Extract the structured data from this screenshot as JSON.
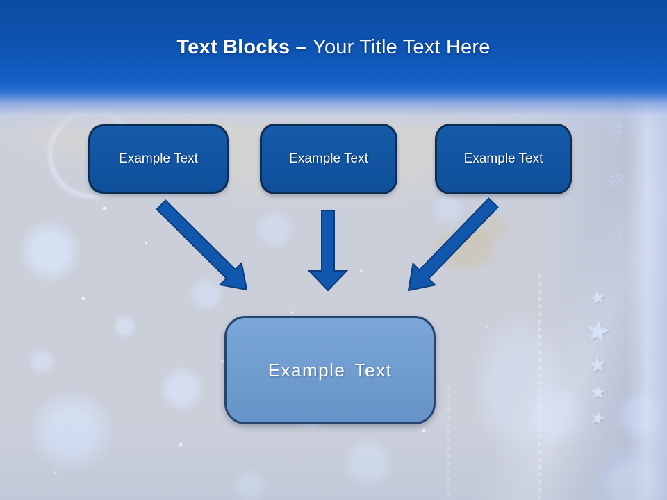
{
  "title": {
    "bold": "Text Blocks – ",
    "regular": "Your Title Text Here"
  },
  "blocks": {
    "top": [
      {
        "label": "Example Text"
      },
      {
        "label": "Example Text"
      },
      {
        "label": "Example Text"
      }
    ],
    "center": {
      "label": "Example Text"
    }
  },
  "decor": {
    "star_glyph": "★"
  },
  "icons": [
    {
      "name": "arrow-down-right-icon",
      "meaning": "connector arrow pointing down-right"
    },
    {
      "name": "arrow-down-icon",
      "meaning": "connector arrow pointing straight down"
    },
    {
      "name": "arrow-down-left-icon",
      "meaning": "connector arrow pointing down-left"
    },
    {
      "name": "star-ornament-icon",
      "meaning": "hanging star decoration"
    }
  ],
  "colors": {
    "header_top": "#0b4ba1",
    "header_bottom": "#1660c7",
    "block_fill": "#12559f",
    "block_border": "#0c2c50",
    "center_block_fill": "#6f9ed2",
    "center_block_border": "#26456e",
    "arrow_fill": "#1157ae",
    "arrow_border": "#0b3c7c",
    "text": "#ffffff",
    "background_base": "#cbcfda"
  }
}
